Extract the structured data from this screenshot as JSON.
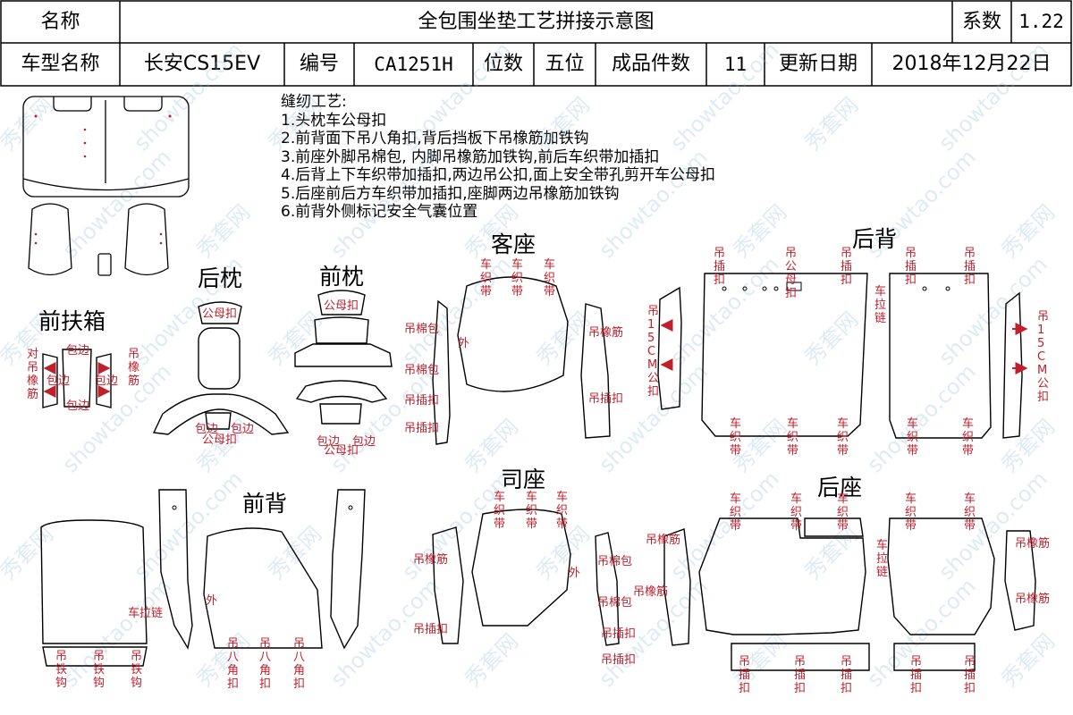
{
  "header": {
    "name_label": "名称",
    "title": "全包围坐垫工艺拼接示意图",
    "coef_label": "系数",
    "coef_value": "1.22",
    "model_label": "车型名称",
    "model_value": "长安CS15EV",
    "code_label": "编号",
    "code_value": "CA1251H",
    "seats_label": "位数",
    "seats_value": "五位",
    "pieces_label": "成品件数",
    "pieces_value": "11",
    "date_label": "更新日期",
    "date_value": "2018年12月22日"
  },
  "notes": {
    "heading": "缝纫工艺:",
    "lines": [
      "1.头枕车公母扣",
      "2.前背面下吊八角扣,背后挡板下吊橡筋加铁钩",
      "3.前座外脚吊棉包, 内脚吊橡筋加铁钩,前后车织带加插扣",
      "4.后背上下车织带加插扣,两边吊公扣,面上安全带孔剪开车公母扣",
      "5.后座前后方车织带加插扣,座脚两边吊橡筋加铁钩",
      "6.前背外侧标记安全气囊位置"
    ]
  },
  "sections": {
    "front_armrest": "前扶箱",
    "rear_headrest": "后枕",
    "front_headrest": "前枕",
    "passenger_seat": "客座",
    "rear_back": "后背",
    "front_back": "前背",
    "driver_seat": "司座",
    "rear_seat": "后座"
  },
  "labels": {
    "hang_rubber_v": "吊橡筋",
    "opp_hang_rubber_v": "对吊橡筋",
    "wrap_edge": "包边",
    "male_female": "公母扣",
    "car_strap_v": "车织带",
    "hang_cotton": "吊棉包",
    "outer": "外",
    "hang_buckle": "吊插扣",
    "hang_rubber": "吊橡筋",
    "hang_buckle_v": "吊插扣",
    "hang_male_buckle_v": "吊公母扣",
    "hang_15cm": "吊15CM公扣",
    "zipper_v": "车拉链",
    "zipper": "车拉链",
    "hang_hook_v": "吊铁钩",
    "hang_octo_v": "吊八角扣"
  },
  "watermark": {
    "text_a": "showtao.com",
    "text_b": "秀套网"
  },
  "colors": {
    "label_red": "#c0202b",
    "line": "#000000",
    "watermark": "#8fb9d8"
  }
}
